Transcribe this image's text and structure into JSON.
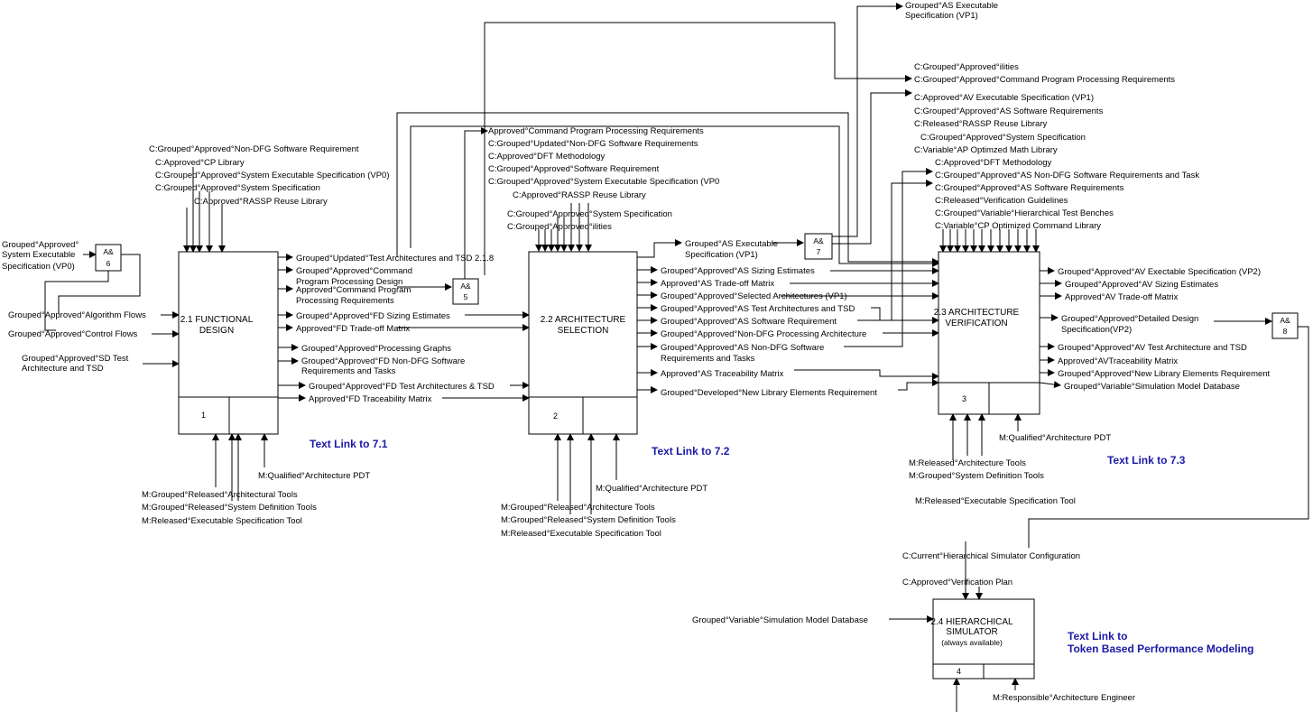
{
  "boxes": [
    {
      "id": "b1",
      "title_lines": [
        "2.1 FUNCTIONAL",
        "DESIGN"
      ],
      "number": "1"
    },
    {
      "id": "b2",
      "title_lines": [
        "2.2 ARCHITECTURE",
        "SELECTION"
      ],
      "number": "2"
    },
    {
      "id": "b3",
      "title_lines": [
        "2.3 ARCHITECTURE",
        "VERIFICATION"
      ],
      "number": "3"
    },
    {
      "id": "b4",
      "title_lines": [
        "2.4 HIERARCHICAL",
        "SIMULATOR",
        "(always available)"
      ],
      "number": "4"
    }
  ],
  "tags": [
    {
      "id": "t6",
      "lines": [
        "A&",
        "6"
      ]
    },
    {
      "id": "t5",
      "lines": [
        "A&",
        "5"
      ]
    },
    {
      "id": "t7",
      "lines": [
        "A&",
        "7"
      ]
    },
    {
      "id": "t8",
      "lines": [
        "A&",
        "8"
      ]
    }
  ],
  "text_links": [
    {
      "id": "link1",
      "lines": [
        "Text Link to 7.1"
      ]
    },
    {
      "id": "link2",
      "lines": [
        "Text Link to 7.2"
      ]
    },
    {
      "id": "link3",
      "lines": [
        "Text Link to 7.3"
      ]
    },
    {
      "id": "link4",
      "lines": [
        "Text Link to",
        "Token Based Performance Modeling"
      ]
    }
  ],
  "labels": {
    "b1_controls": [
      "C:Grouped°Approved°Non-DFG Software Requirement",
      "C:Approved°CP Library",
      "C:Grouped°Approved°System Executable Specification (VP0)",
      "C:Grouped°Approved°System Specification",
      "C:Approved°RASSP Reuse Library"
    ],
    "b1_inputs": [
      [
        "Grouped°Approved°",
        "System Executable",
        "Specification (VP0)"
      ],
      [
        "Grouped°Approved°Algorithm Flows"
      ],
      [
        "Grouped°Approved°Control Flows"
      ],
      [
        "Grouped°Approved°SD Test",
        "Architecture and TSD"
      ]
    ],
    "b1_outputs": [
      [
        "Grouped°Updated°Test Architectures and TSD 2.1.8"
      ],
      [
        "Grouped°Approved°Command",
        "Program Processing Design"
      ],
      [
        "Approved°Command Program",
        "Processing Requirements"
      ],
      [
        "Grouped°Approved°FD Sizing Estimates"
      ],
      [
        "Approved°FD Trade-off Matrix"
      ],
      [
        "Grouped°Approved°Processing Graphs"
      ],
      [
        "Grouped°Approved°FD Non-DFG Software",
        "Requirements and Tasks"
      ],
      [
        "Grouped°Approved°FD Test Architectures & TSD"
      ],
      [
        "Approved°FD Traceability Matrix"
      ]
    ],
    "b1_mechanisms": [
      "M:Qualified°Architecture PDT",
      "M:Grouped°Released°Architectural Tools",
      "M:Grouped°Released°System Definition Tools",
      "M:Released°Executable Specification Tool"
    ],
    "b2_controls": [
      "Approved°Command Program Processing Requirements",
      "C:Grouped°Updated°Non-DFG Software Requirements",
      "C:Approved°DFT Methodology",
      "C:Grouped°Approved°Software Requirement",
      "C:Grouped°Approved°System Executable Specification (VP0",
      "C:Approved°RASSP Reuse Library",
      "C:Grouped°Approved°System Specification",
      "C:Grouped°Approved°ilities"
    ],
    "b2_outputs": [
      [
        "Grouped°AS Executable",
        "Specification (VP1)"
      ],
      [
        "Grouped°Approved°AS Sizing Estimates"
      ],
      [
        "Approved°AS Trade-off Matrix"
      ],
      [
        "Grouped°Approved°Selected Architectures (VP1)"
      ],
      [
        "Grouped°Approved°AS Test Architectures and TSD"
      ],
      [
        "Grouped°Approved°AS  Software Requirement"
      ],
      [
        "Grouped°Approved°Non-DFG Processing Architecture"
      ],
      [
        "Grouped°Approved°AS Non-DFG Software",
        "Requirements and Tasks"
      ],
      [
        "Approved°AS Traceability Matrix"
      ],
      [
        "Grouped°Developed°New Library Elements Requirement"
      ]
    ],
    "b2_mechanisms": [
      "M:Qualified°Architecture PDT",
      "M:Grouped°Released°Architecture Tools",
      "M:Grouped°Released°System Definition Tools",
      "M:Released°Executable Specification Tool"
    ],
    "b3_top_outputs": [
      [
        "Grouped°AS Executable",
        "Specification (VP1)"
      ]
    ],
    "b3_controls": [
      "C:Grouped°Approved°ilities",
      "C:Grouped°Approved°Command Program Processing Requirements",
      "C:Approved°AV Executable Specification (VP1)",
      "C:Grouped°Approved°AS  Software Requirements",
      "C:Released°RASSP Reuse Library",
      "C:Grouped°Approved°System Specification",
      "C:Variable°AP Optimzed Math Library",
      "C:Approved°DFT Methodology",
      "C:Grouped°Approved°AS Non-DFG Software Requirements and Task",
      "C:Grouped°Approved°AS Software Requirements",
      "C:Released°Verification Guidelines",
      "C:Grouped°Variable°Hierarchical Test Benches",
      "C:Variable°CP Optimized Command Library"
    ],
    "b3_outputs": [
      [
        "Grouped°Approved°AV Exectable Specification (VP2)"
      ],
      [
        "Grouped°Approved°AV Sizing Estimates"
      ],
      [
        "Approved°AV Trade-off Matrix"
      ],
      [
        "Grouped°Approved°Detailed Design",
        "Specification(VP2)"
      ],
      [
        "Grouped°Approved°AV Test Architecture and TSD"
      ],
      [
        "Approved°AVTraceability Matrix"
      ],
      [
        "Grouped°Approved°New Library Elements Requirement"
      ],
      [
        "Grouped°Variable°Simulation Model Database"
      ]
    ],
    "b3_mechanisms": [
      "M:Qualified°Architecture PDT",
      "M:Released°Architecture Tools",
      "M:Grouped°System Definition Tools",
      "M:Released°Executable Specification Tool"
    ],
    "b4_controls": [
      "C:Current°Hierarchical Simulator Configuration",
      "C:Approved°Verification Plan"
    ],
    "b4_inputs": [
      "Grouped°Variable°Simulation Model Database"
    ],
    "b4_mechanisms": [
      "M:Responsible°Architecture Engineer"
    ]
  }
}
